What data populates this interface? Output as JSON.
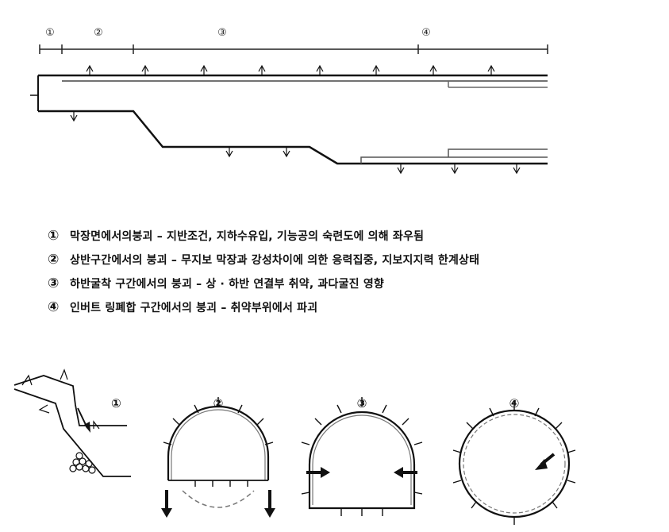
{
  "stages": [
    "①",
    "②",
    "③",
    "④"
  ],
  "legend": [
    {
      "num": "①",
      "text": "막장면에서의붕괴 – 지반조건, 지하수유입, 기능공의 숙련도에 의해 좌우됨"
    },
    {
      "num": "②",
      "text": "상반구간에서의 붕괴 – 무지보 막장과 강성차이에 의한 응력집중, 지보지지력 한계상태"
    },
    {
      "num": "③",
      "text": "하반굴착 구간에서의 붕괴 – 상 · 하반 연결부 취약, 과다굴진 영향"
    },
    {
      "num": "④",
      "text": "인버트 링폐합 구간에서의 붕괴 – 취약부위에서 파괴"
    }
  ],
  "sketches": [
    "①",
    "②",
    "③",
    "④"
  ]
}
